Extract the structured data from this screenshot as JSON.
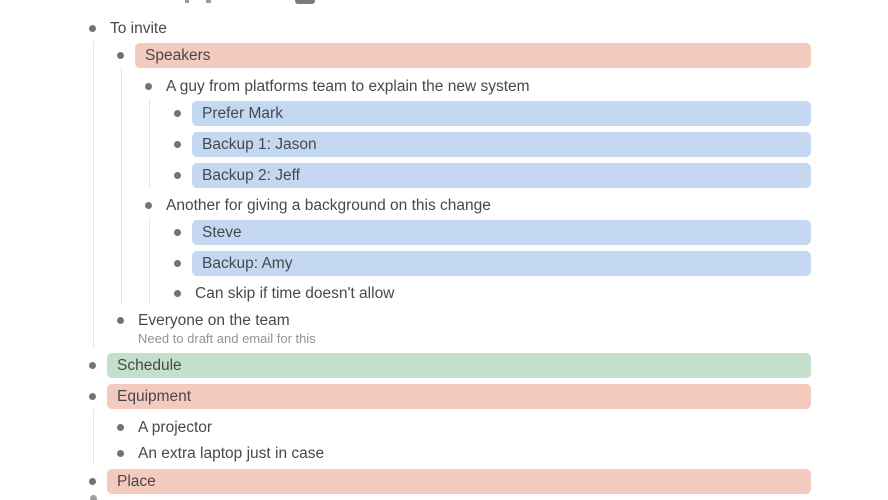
{
  "app": {
    "name": "outliner-document"
  },
  "colors": {
    "pink": "#f4cabe",
    "blue": "#c4d8f1",
    "green": "#c4dfca",
    "text": "#45494e",
    "note_text": "#8f9398",
    "bullet": "#6f7478",
    "guide_line": "#e5e5e6",
    "background": "#ffffff"
  },
  "outline": {
    "items": [
      {
        "text": "To invite",
        "level": 1,
        "highlight": "none"
      },
      {
        "text": "Speakers",
        "level": 2,
        "highlight": "pink"
      },
      {
        "text": "A guy from platforms team to explain the new system",
        "level": 3,
        "highlight": "none"
      },
      {
        "text": "Prefer Mark",
        "level": 4,
        "highlight": "blue"
      },
      {
        "text": "Backup 1: Jason",
        "level": 4,
        "highlight": "blue"
      },
      {
        "text": "Backup 2: Jeff",
        "level": 4,
        "highlight": "blue"
      },
      {
        "text": "Another for giving a background on this change",
        "level": 3,
        "highlight": "none"
      },
      {
        "text": "Steve",
        "level": 4,
        "highlight": "blue"
      },
      {
        "text": "Backup: Amy",
        "level": 4,
        "highlight": "blue"
      },
      {
        "text": "Can skip if time doesn't allow",
        "level": 4,
        "highlight": "none"
      },
      {
        "text": "Everyone on the team",
        "level": 2,
        "highlight": "none",
        "note": "Need to draft and email for this"
      },
      {
        "text": "Schedule",
        "level": 1,
        "highlight": "green"
      },
      {
        "text": "Equipment",
        "level": 1,
        "highlight": "pink"
      },
      {
        "text": "A projector",
        "level": 2,
        "highlight": "none"
      },
      {
        "text": "An extra laptop just in case",
        "level": 2,
        "highlight": "none"
      },
      {
        "text": "Place",
        "level": 1,
        "highlight": "pink"
      }
    ]
  }
}
